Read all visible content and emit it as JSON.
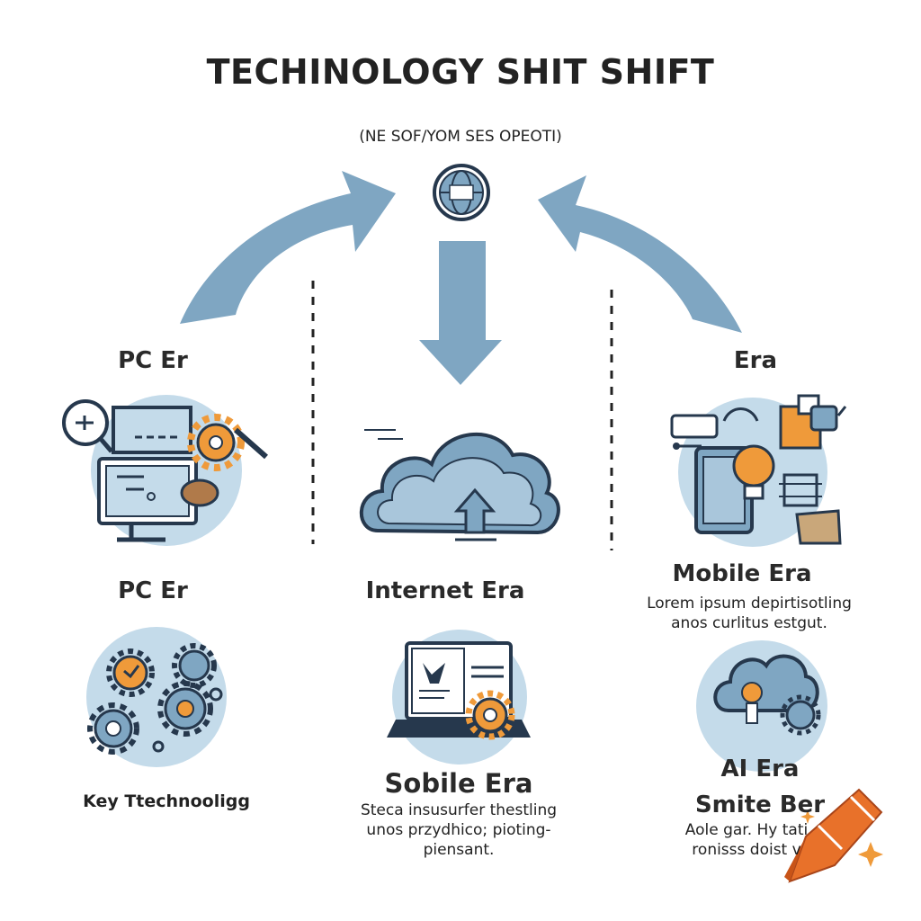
{
  "header": {
    "title": "TECHINOLOGY SHIT SHIFT",
    "subtitle": "(NE SOF/YOM SES OPEOTI)"
  },
  "top_row": {
    "left_label": "PC Er",
    "right_label": "Era"
  },
  "middle_row": {
    "left_label": "PC Er",
    "center_label": "Internet Era",
    "right_label": "Mobile Era",
    "right_desc_line1": "Lorem ipsum depirtisotling",
    "right_desc_line2": "anos curlitus estgut."
  },
  "bottom_row": {
    "left_label": "Key Ttechnooligg",
    "center_label": "Sobile Era",
    "center_desc_line1": "Steca insusurfer thestling",
    "center_desc_line2": "unos przydhico; pioting-",
    "center_desc_line3": "piensant.",
    "right_label": "AI Era",
    "right_label2": "Smite Ber",
    "right_desc_line1": "Aole gar. Hy tati",
    "right_desc_line2": "ronisss doist v"
  },
  "colors": {
    "arrow_blue": "#7fa6c2",
    "circle_blue": "#c4dbea",
    "icon_navy": "#26384d",
    "icon_orange": "#ef9a3a",
    "crayon_orange": "#e8712a"
  },
  "icons": [
    "globe-icon",
    "cloud-upload-icon",
    "computer-icon",
    "gear-icon",
    "tablet-icon",
    "lightbulb-icon",
    "laptop-icon",
    "cloud-brain-icon",
    "crayon-logo"
  ]
}
